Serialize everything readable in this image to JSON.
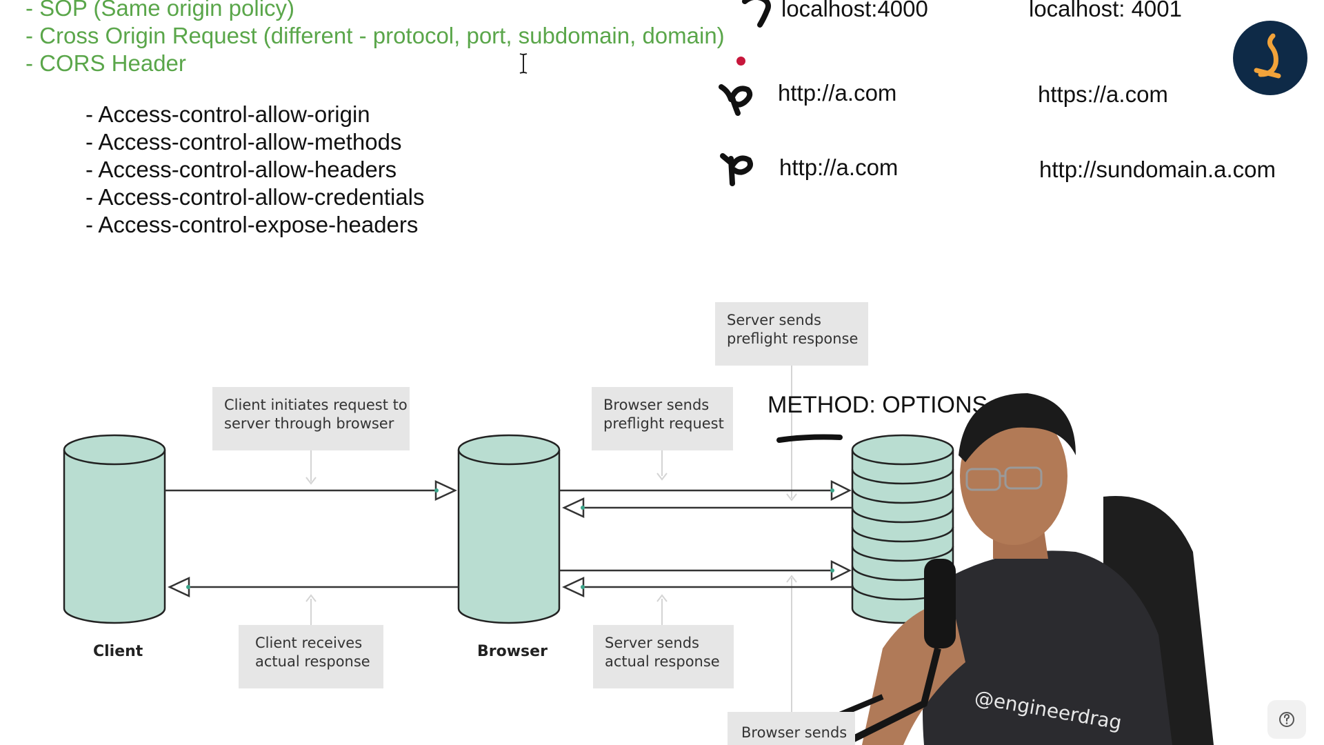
{
  "notes": {
    "sop": "- SOP (Same origin policy)",
    "cross_origin": "- Cross Origin Request (different - protocol, port, subdomain, domain)",
    "cors_header": "- CORS Header"
  },
  "cors_headers": [
    "- Access-control-allow-origin",
    "- Access-control-allow-methods",
    "- Access-control-allow-headers",
    "- Access-control-allow-credentials",
    "- Access-control-expose-headers"
  ],
  "comparisons": [
    {
      "left": "localhost:4000",
      "right": "localhost: 4001"
    },
    {
      "left": "http://a.com",
      "right": "https://a.com"
    },
    {
      "left": "http://a.com",
      "right": "http://sundomain.a.com"
    }
  ],
  "diagram": {
    "nodes": {
      "client": "Client",
      "browser": "Browser"
    },
    "boxes": {
      "server_preflight_response": [
        "Server sends",
        "preflight response"
      ],
      "client_initiates": [
        "Client initiates request to",
        "server through browser"
      ],
      "browser_preflight": [
        "Browser sends",
        "preflight request"
      ],
      "client_receives": [
        "Client receives",
        "actual response"
      ],
      "server_actual": [
        "Server sends",
        "actual response"
      ],
      "browser_sends_partial": "Browser sends"
    },
    "method_label": "METHOD: OPTIONS"
  },
  "overlay": {
    "shirt_text": "@engineerdrag",
    "logo_icon": "channel-logo-icon",
    "help_icon": "question-circle-icon"
  },
  "colors": {
    "note_green": "#5aa64a",
    "cylinder_fill": "#b9ddd1",
    "box_bg": "#e6e6e6",
    "logo_bg": "#0e2a47",
    "logo_accent": "#f2a33a",
    "red_dot": "#c7163b"
  }
}
